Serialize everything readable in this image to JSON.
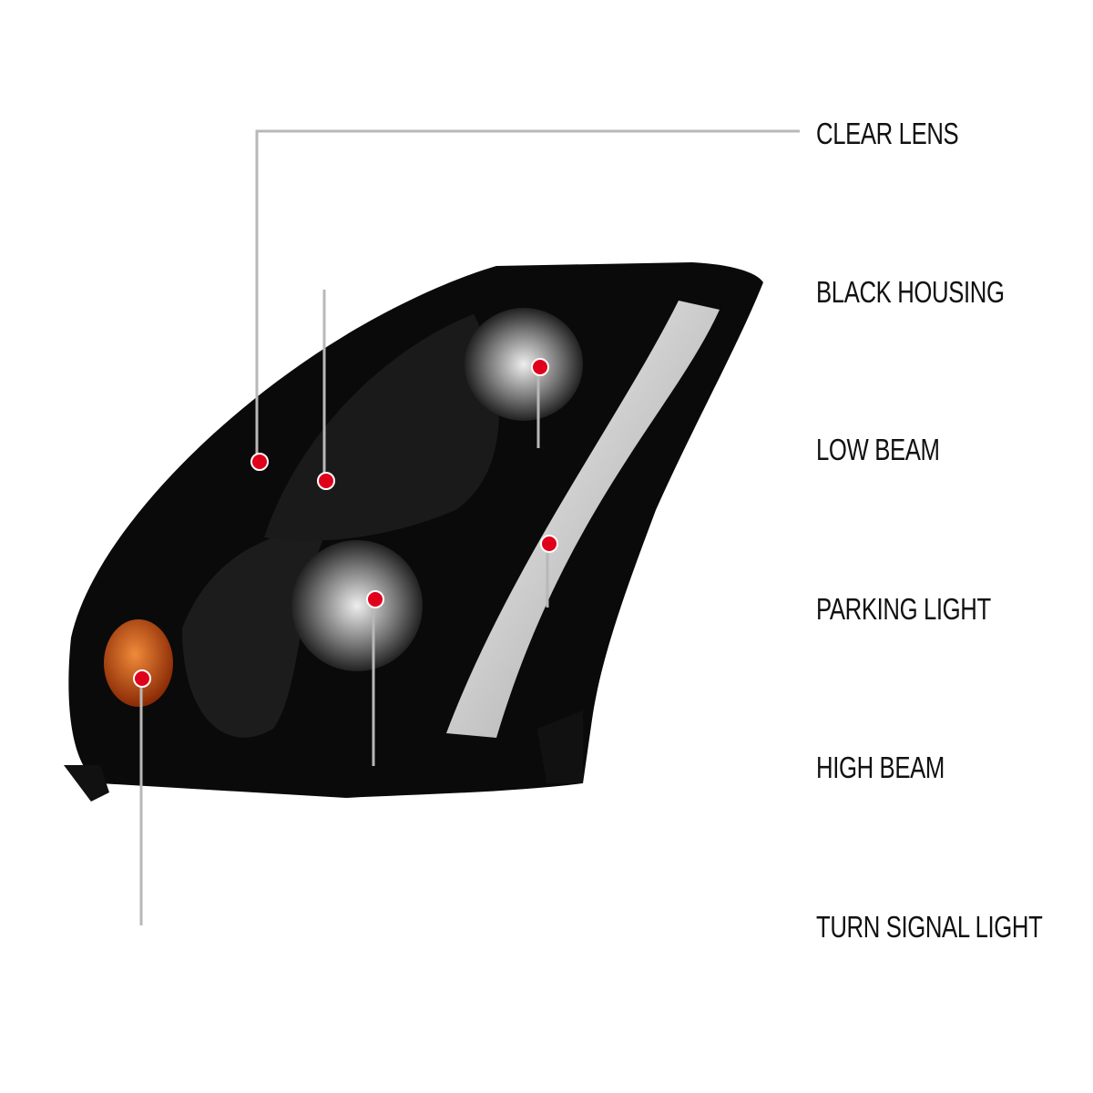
{
  "callouts": [
    {
      "label": "CLEAR LENS"
    },
    {
      "label": "BLACK HOUSING"
    },
    {
      "label": "LOW BEAM"
    },
    {
      "label": "PARKING LIGHT"
    },
    {
      "label": "HIGH BEAM"
    },
    {
      "label": "TURN SIGNAL LIGHT"
    }
  ],
  "colors": {
    "line_start": "#b8b8b8",
    "line_end": "#e00000",
    "dot": "#e0001b",
    "housing": "#0a0a0a",
    "turn_signal": "#c24a10"
  }
}
